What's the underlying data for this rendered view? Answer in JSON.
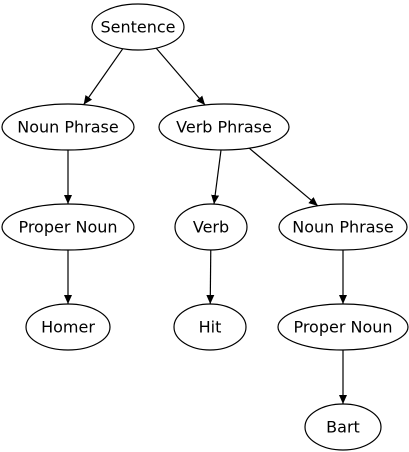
{
  "diagram": {
    "nodes": [
      {
        "id": "sentence",
        "label": "Sentence"
      },
      {
        "id": "noun-phrase-1",
        "label": "Noun Phrase"
      },
      {
        "id": "verb-phrase",
        "label": "Verb Phrase"
      },
      {
        "id": "proper-noun-1",
        "label": "Proper Noun"
      },
      {
        "id": "verb",
        "label": "Verb"
      },
      {
        "id": "noun-phrase-2",
        "label": "Noun Phrase"
      },
      {
        "id": "homer",
        "label": "Homer"
      },
      {
        "id": "hit",
        "label": "Hit"
      },
      {
        "id": "proper-noun-2",
        "label": "Proper Noun"
      },
      {
        "id": "bart",
        "label": "Bart"
      }
    ],
    "edges": [
      {
        "from": "sentence",
        "to": "noun-phrase-1"
      },
      {
        "from": "sentence",
        "to": "verb-phrase"
      },
      {
        "from": "noun-phrase-1",
        "to": "proper-noun-1"
      },
      {
        "from": "verb-phrase",
        "to": "verb"
      },
      {
        "from": "verb-phrase",
        "to": "noun-phrase-2"
      },
      {
        "from": "proper-noun-1",
        "to": "homer"
      },
      {
        "from": "verb",
        "to": "hit"
      },
      {
        "from": "noun-phrase-2",
        "to": "proper-noun-2"
      },
      {
        "from": "proper-noun-2",
        "to": "bart"
      }
    ]
  }
}
